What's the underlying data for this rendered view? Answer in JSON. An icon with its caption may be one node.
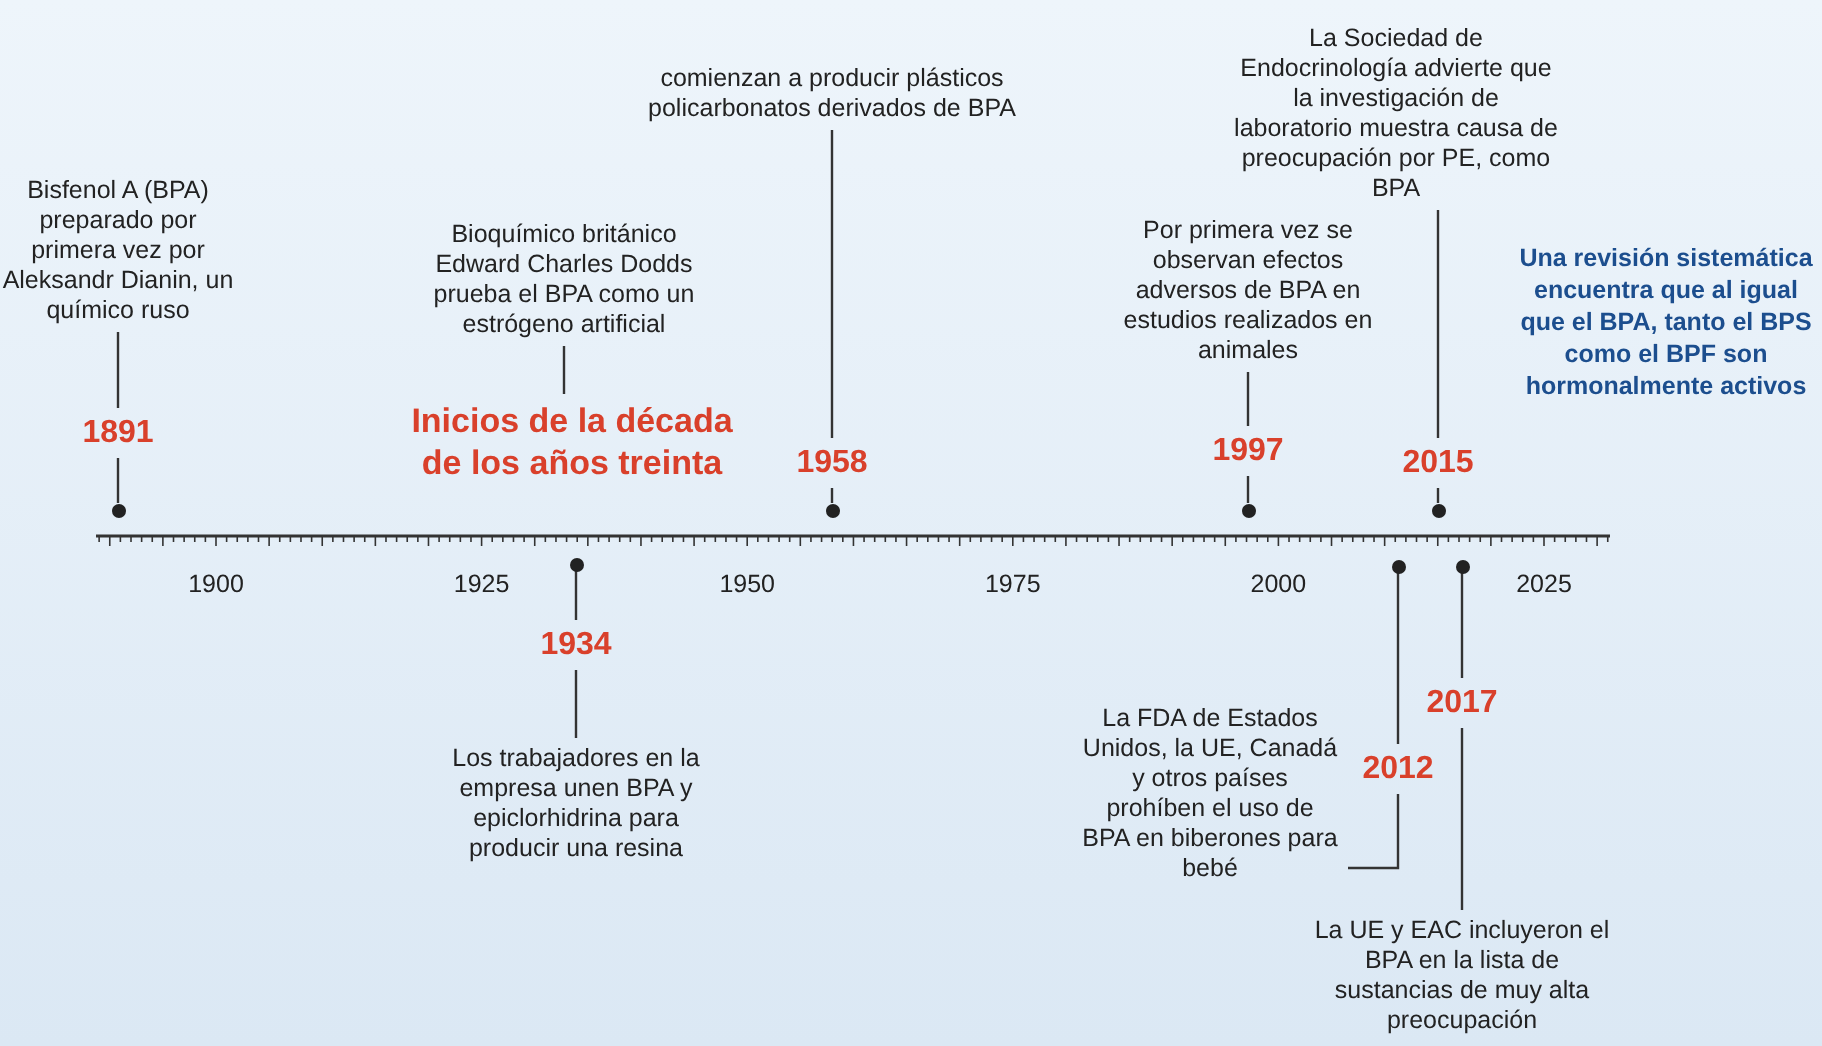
{
  "diagram": {
    "nodes": [
      {
        "text": [
          "Bisfenol A (BPA) preparado por primera vez por Aleksandr Dianin, un químico ruso"
        ]
      },
      {
        "text": [
          "1891"
        ]
      },
      {
        "text": [],
        "shape": "circle"
      },
      {
        "text": [
          "Bioquímico británico Edward Charles Dodds prueba el BPA como un estrógeno artificial"
        ]
      },
      {
        "text": [
          "Inicios de la década de los años treinta"
        ]
      },
      {
        "text": [
          "comienzan a producir plásticos policarbonatos derivados de BPA"
        ]
      },
      {
        "text": [
          "1958"
        ]
      },
      {
        "text": [],
        "shape": "circle"
      },
      {
        "text": [
          "Por primera vez se observan efectos adversos de BPA en estudios realizados en animales"
        ]
      },
      {
        "text": [
          "1997"
        ]
      },
      {
        "text": [],
        "shape": "circle"
      },
      {
        "text": [
          "La Sociedad de Endocrinología advierte que la investigación de laboratorio muestra causa de preocupación por PE, como BPA"
        ]
      },
      {
        "text": [
          "2015"
        ]
      },
      {
        "text": [],
        "shape": "circle"
      },
      {
        "text": [],
        "shape": "circle"
      },
      {
        "text": [
          "1934"
        ]
      },
      {
        "text": [
          "Los trabajadores en la empresa unen BPA y epiclorhidrina para producir una resina"
        ]
      },
      {
        "text": [],
        "shape": "circle"
      },
      {
        "text": [
          "2012"
        ]
      },
      {
        "text": [
          "La FDA de Estados Unidos, la UE, Canadá y otros países prohíben el uso de BPA en biberones para bebé"
        ]
      },
      {
        "text": [],
        "shape": "circle"
      },
      {
        "text": [
          "2017"
        ]
      },
      {
        "text": [
          "La UE y EAC incluyeron el BPA en la lista de sustancias de muy alta preocupación"
        ]
      }
    ],
    "edges": [
      {
        "from": 0,
        "to": 1,
        "arrow": "none"
      },
      {
        "from": 1,
        "to": 2,
        "arrow": "none"
      },
      {
        "from": 3,
        "to": 4,
        "arrow": "none"
      },
      {
        "from": 5,
        "to": 6,
        "arrow": "none"
      },
      {
        "from": 6,
        "to": 7,
        "arrow": "none"
      },
      {
        "from": 8,
        "to": 9,
        "arrow": "none"
      },
      {
        "from": 9,
        "to": 10,
        "arrow": "none"
      },
      {
        "from": 11,
        "to": 12,
        "arrow": "none"
      },
      {
        "from": 12,
        "to": 13,
        "arrow": "none"
      },
      {
        "from": 14,
        "to": 15,
        "arrow": "none"
      },
      {
        "from": 15,
        "to": 16,
        "arrow": "none"
      },
      {
        "from": 17,
        "to": 18,
        "arrow": "none"
      },
      {
        "from": 18,
        "to": 19,
        "arrow": "none"
      },
      {
        "from": 20,
        "to": 21,
        "arrow": "none"
      },
      {
        "from": 21,
        "to": 22,
        "arrow": "none"
      }
    ],
    "labels": [
      "Una revisión sistemática encuentra que al igual que el BPA, tanto el BPS como el BPF son hormonalmente activos",
      "1900",
      "1925",
      "1950",
      "1975",
      "2000",
      "2025"
    ]
  }
}
